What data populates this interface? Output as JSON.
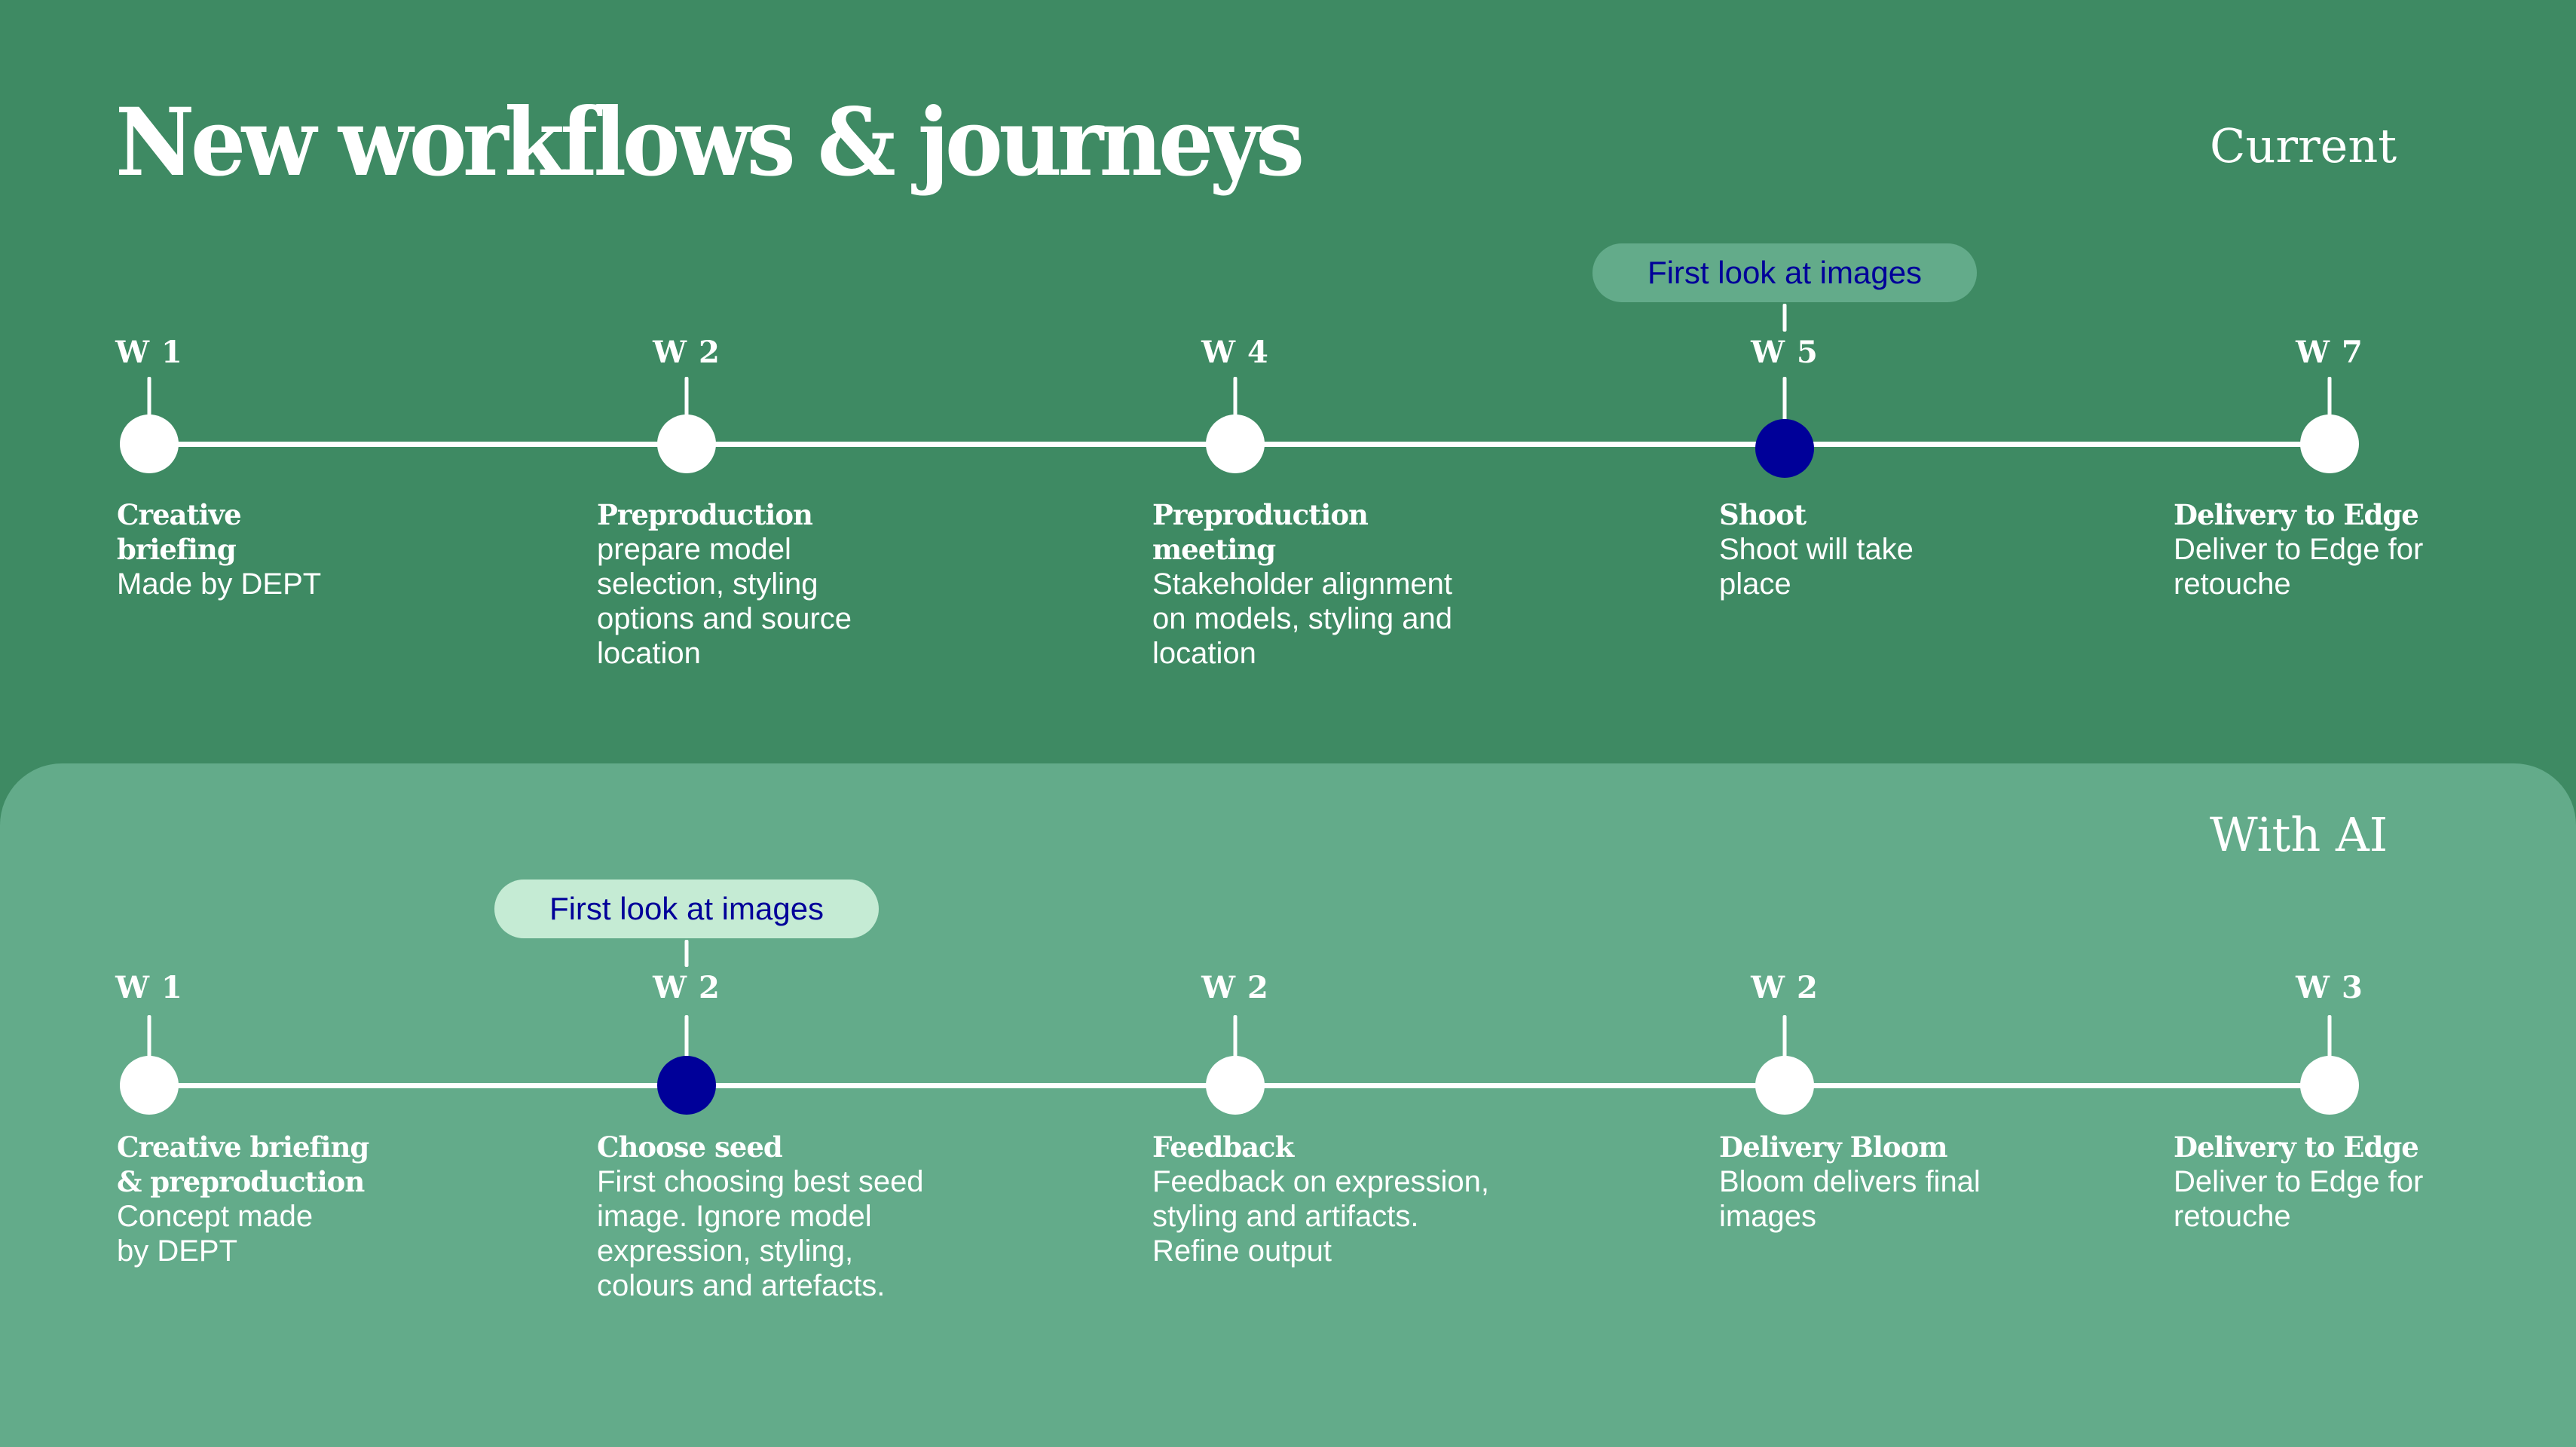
{
  "title": "New workflows & journeys",
  "colors": {
    "background": "#3E8A63",
    "panel": "#63AB8A",
    "highlight_node": "#000099",
    "bubble_text": "#000099",
    "bubble_current": "#63AB8A",
    "bubble_ai": "#C5EBD4",
    "line": "#FFFFFF"
  },
  "current": {
    "label": "Current",
    "milestone": {
      "label": "First look at images",
      "at_step": 3
    },
    "steps": [
      {
        "week": "W 1",
        "title": "Creative briefing",
        "title_lines": [
          "Creative",
          "briefing"
        ],
        "desc_lines": [
          "Made by DEPT"
        ],
        "highlight": false
      },
      {
        "week": "W 2",
        "title": "Preproduction",
        "title_lines": [
          "Preproduction"
        ],
        "desc_lines": [
          "prepare model",
          "selection, styling",
          "options and source",
          "location"
        ],
        "highlight": false
      },
      {
        "week": "W 4",
        "title": "Preproduction meeting",
        "title_lines": [
          "Preproduction",
          "meeting"
        ],
        "desc_lines": [
          "Stakeholder alignment",
          "on models, styling and",
          "location"
        ],
        "highlight": false
      },
      {
        "week": "W 5",
        "title": "Shoot",
        "title_lines": [
          "Shoot"
        ],
        "desc_lines": [
          "Shoot will take",
          "place"
        ],
        "highlight": true
      },
      {
        "week": "W 7",
        "title": "Delivery to Edge",
        "title_lines": [
          "Delivery to Edge"
        ],
        "desc_lines": [
          "Deliver to Edge for",
          "retouche"
        ],
        "highlight": false
      }
    ]
  },
  "with_ai": {
    "label": "With AI",
    "milestone": {
      "label": "First look at images",
      "at_step": 1
    },
    "steps": [
      {
        "week": "W 1",
        "title": "Creative briefing & preproduction",
        "title_lines": [
          "Creative briefing",
          "& preproduction"
        ],
        "desc_lines": [
          "Concept made",
          "by DEPT"
        ],
        "highlight": false
      },
      {
        "week": "W 2",
        "title": "Choose seed",
        "title_lines": [
          "Choose seed"
        ],
        "desc_lines": [
          "First choosing best seed",
          "image. Ignore model",
          "expression, styling,",
          "colours and artefacts."
        ],
        "highlight": true
      },
      {
        "week": "W 2",
        "title": "Feedback",
        "title_lines": [
          "Feedback"
        ],
        "desc_lines": [
          "Feedback on expression,",
          "styling and artifacts.",
          "Refine output"
        ],
        "highlight": false
      },
      {
        "week": "W 2",
        "title": "Delivery Bloom",
        "title_lines": [
          "Delivery Bloom"
        ],
        "desc_lines": [
          "Bloom delivers final",
          "images"
        ],
        "highlight": false
      },
      {
        "week": "W 3",
        "title": "Delivery to Edge",
        "title_lines": [
          "Delivery to Edge"
        ],
        "desc_lines": [
          "Deliver to Edge for",
          "retouche"
        ],
        "highlight": false
      }
    ]
  }
}
